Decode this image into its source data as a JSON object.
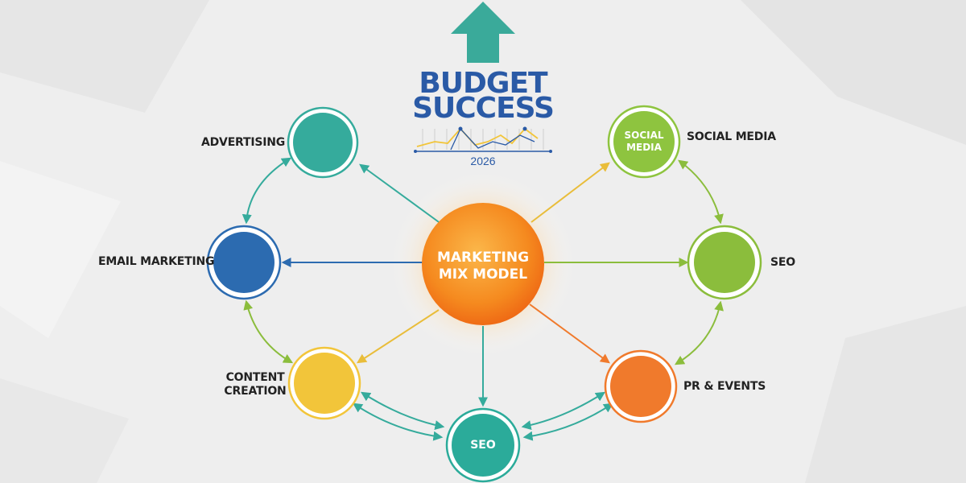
{
  "header": {
    "title_line1": "BUDGET",
    "title_line2": "SUCCESS",
    "year": "2026"
  },
  "center": {
    "line1": "MARKETING",
    "line2": "MIX MODEL"
  },
  "nodes": {
    "advertising": {
      "label": "ADVERTISING",
      "color": "#35ab9c"
    },
    "email_marketing": {
      "label": "EMAIL MARKETING",
      "color": "#2c6bb0"
    },
    "content_creation": {
      "label_line1": "CONTENT",
      "label_line2": "CREATION",
      "color": "#f2c53a"
    },
    "seo_bottom": {
      "label": "SEO",
      "color": "#2bab9a"
    },
    "pr_events": {
      "label": "PR & EVENTS",
      "color": "#f07a2c"
    },
    "seo_right": {
      "label": "SEO",
      "color": "#8bbd3c"
    },
    "social_media": {
      "label": "SOCIAL MEDIA",
      "inner_line1": "SOCIAL",
      "inner_line2": "MEDIA",
      "color": "#8ec43f"
    }
  },
  "colors": {
    "center": "#f58a1f",
    "title": "#2a5aa6",
    "arrow_up": "#3aaa9a"
  }
}
